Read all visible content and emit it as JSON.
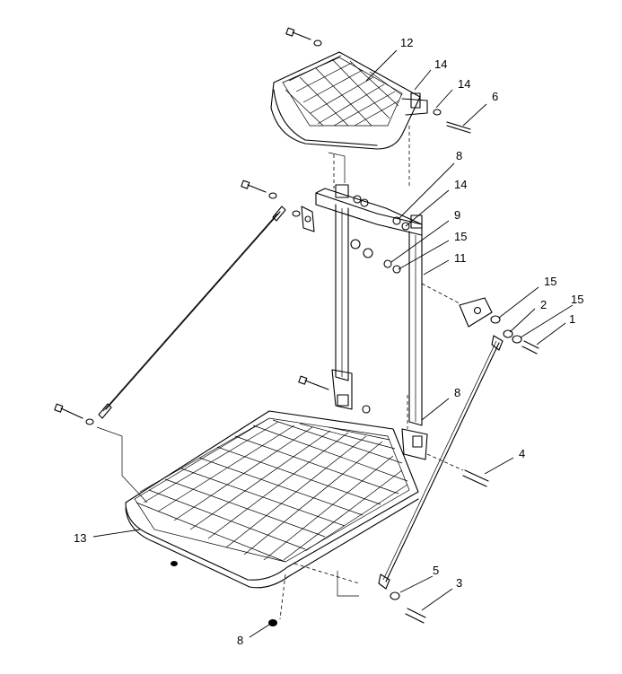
{
  "callouts": [
    {
      "id": "c12a",
      "label": "12"
    },
    {
      "id": "c14a",
      "label": "14"
    },
    {
      "id": "c14b",
      "label": "14"
    },
    {
      "id": "c6",
      "label": "6"
    },
    {
      "id": "c8a",
      "label": "8"
    },
    {
      "id": "c14c",
      "label": "14"
    },
    {
      "id": "c9",
      "label": "9"
    },
    {
      "id": "c15a",
      "label": "15"
    },
    {
      "id": "c11",
      "label": "11"
    },
    {
      "id": "c15b",
      "label": "15"
    },
    {
      "id": "c2",
      "label": "2"
    },
    {
      "id": "c15c",
      "label": "15"
    },
    {
      "id": "c1",
      "label": "1"
    },
    {
      "id": "c8b",
      "label": "8"
    },
    {
      "id": "c4",
      "label": "4"
    },
    {
      "id": "c13",
      "label": "13"
    },
    {
      "id": "c5",
      "label": "5"
    },
    {
      "id": "c3",
      "label": "3"
    },
    {
      "id": "c8c",
      "label": "8"
    }
  ]
}
